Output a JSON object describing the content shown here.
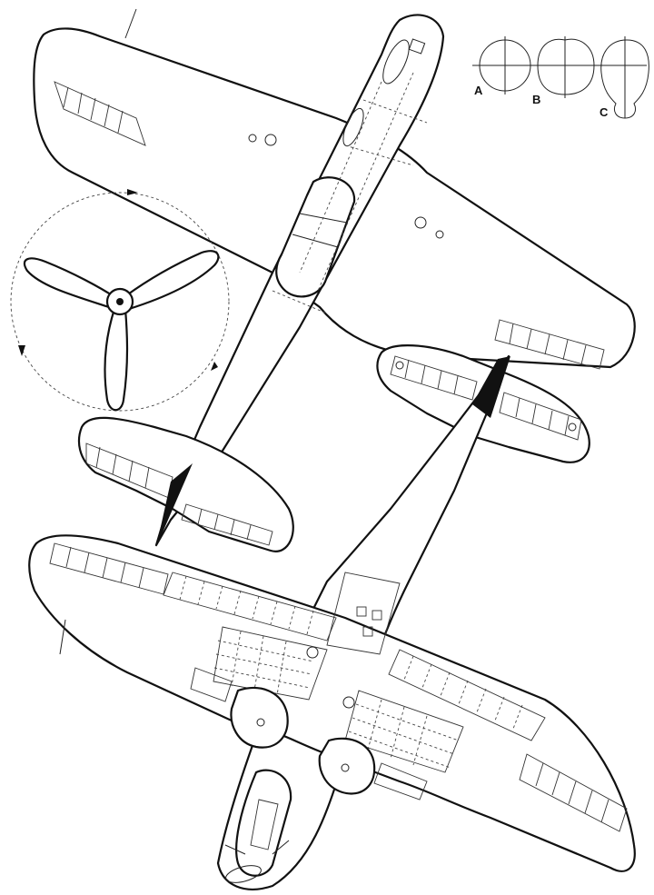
{
  "cross_sections": {
    "a": {
      "label": "A"
    },
    "b": {
      "label": "B"
    },
    "c": {
      "label": "C"
    }
  },
  "colors": {
    "line": "#111111",
    "paper": "#ffffff"
  }
}
